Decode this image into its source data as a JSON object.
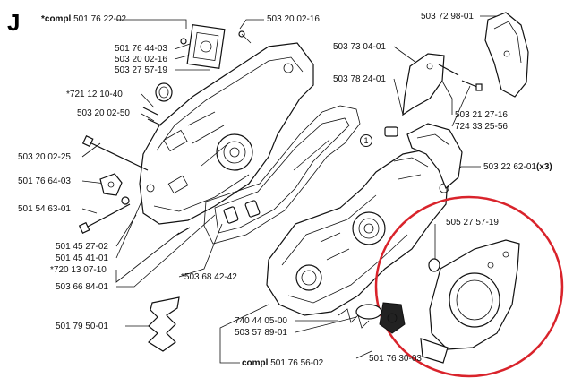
{
  "section_letter": "J",
  "callout_number": "1",
  "highlight_color": "#d9232b",
  "labels": {
    "compl_top_prefix": "*compl",
    "compl_top": "501 76 22-02",
    "p503200216a": "503 20 02-16",
    "p501764403": "501 76 44-03",
    "p503200216b": "503 20 02-16",
    "p503275719a": "503 27 57-19",
    "p721121040": "*721 12 10-40",
    "p503200250": "503 20 02-50",
    "p503200225": "503 20 02-25",
    "p501766403": "501 76 64-03",
    "p501546301": "501 54 63-01",
    "p501452702": "501 45 27-02",
    "p501454101": "501 45 41-01",
    "p720130710": "*720 13 07-10",
    "p503668401": "503 66 84-01",
    "p503684242": "*503 68 42-42",
    "p501795001": "501 79 50-01",
    "p740440500": "740 44 05-00",
    "p503578901": "503 57 89-01",
    "compl_bottom_prefix": "compl",
    "compl_bottom": "501 76 56-02",
    "p501763003": "501 76 30-03",
    "p503729801": "503 72 98-01",
    "p503730401": "503 73 04-01",
    "p503782401": "503 78 24-01",
    "p503212716": "503 21 27-16",
    "p724332556": "724 33 25-56",
    "p503226201": "503 22 62-01",
    "x3": "(x3)",
    "p503275719b": "505 27 57-19"
  }
}
